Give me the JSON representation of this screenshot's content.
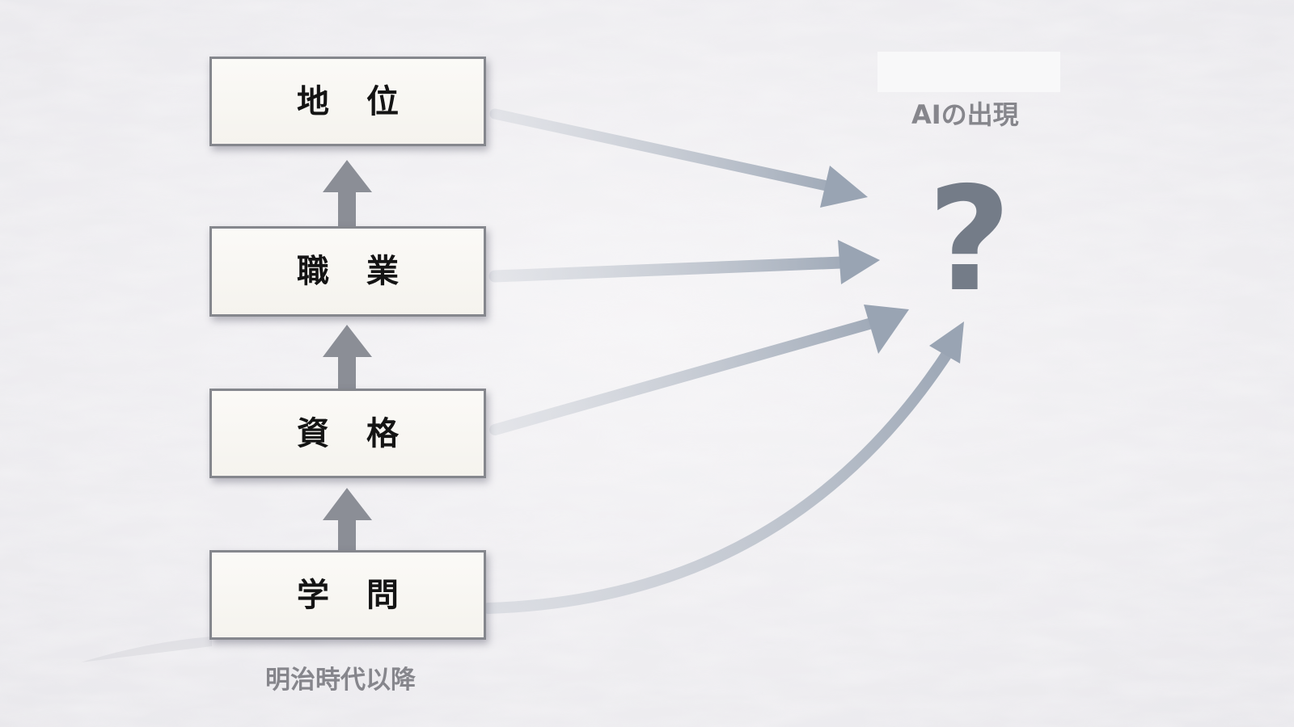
{
  "hierarchy": {
    "boxes": [
      {
        "id": "status",
        "label": "地位"
      },
      {
        "id": "occupation",
        "label": "職業"
      },
      {
        "id": "qualification",
        "label": "資格"
      },
      {
        "id": "learning",
        "label": "学問"
      }
    ]
  },
  "captions": {
    "era": "明治時代以降",
    "ai": "AIの出現"
  },
  "outcome": {
    "symbol": "?"
  },
  "colors": {
    "background": "#efeef1",
    "box_border": "#85878d",
    "box_fill": "#f7f5f0",
    "box_text": "#141414",
    "up_arrow": "#8b8e96",
    "flow_arrow": "#9ea8b6",
    "question_mark": "#747c88",
    "caption_text": "#86868c"
  }
}
